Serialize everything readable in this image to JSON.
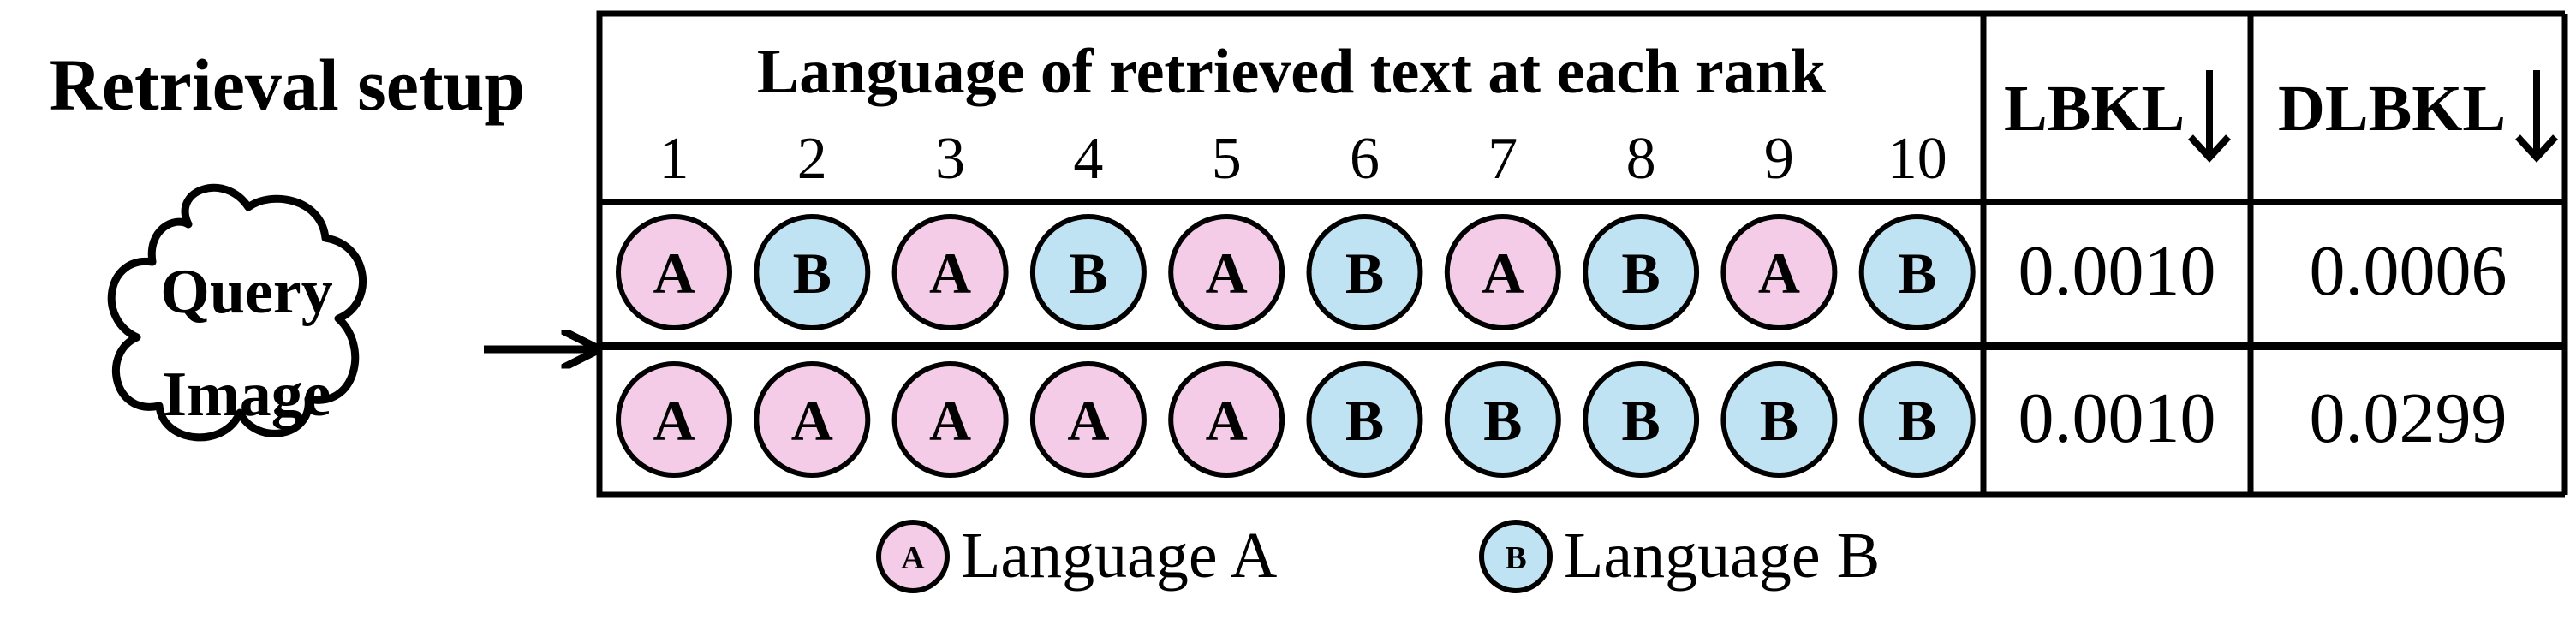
{
  "setup_label": "Retrieval setup",
  "query": {
    "line1": "Query",
    "line2": "Image"
  },
  "header": {
    "title": "Language of retrieved text at each rank",
    "ranks": [
      "1",
      "2",
      "3",
      "4",
      "5",
      "6",
      "7",
      "8",
      "9",
      "10"
    ],
    "metric1": "LBKL",
    "metric2": "DLBKL"
  },
  "rows": [
    {
      "langs": [
        "A",
        "B",
        "A",
        "B",
        "A",
        "B",
        "A",
        "B",
        "A",
        "B"
      ],
      "lbkl": "0.0010",
      "dlbkl": "0.0006"
    },
    {
      "langs": [
        "A",
        "A",
        "A",
        "A",
        "A",
        "B",
        "B",
        "B",
        "B",
        "B"
      ],
      "lbkl": "0.0010",
      "dlbkl": "0.0299"
    }
  ],
  "legend": [
    {
      "key": "A",
      "label": "Language A"
    },
    {
      "key": "B",
      "label": "Language B"
    }
  ],
  "colors": {
    "A": "#f4cce8",
    "B": "#bfe3f2",
    "stroke": "#000000"
  },
  "metric_direction_icon": "down-arrow-icon"
}
